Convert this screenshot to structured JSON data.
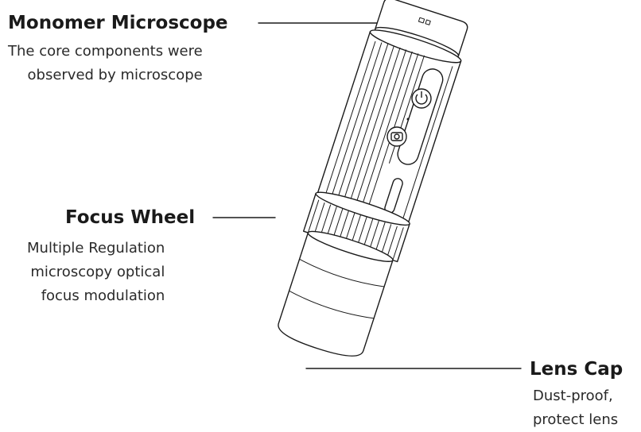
{
  "labels": {
    "monomer": {
      "title": "Monomer Microscope",
      "lines": [
        "The core components were",
        "observed by microscope"
      ]
    },
    "focus": {
      "title": "Focus Wheel",
      "lines": [
        "Multiple Regulation",
        "microscopy optical",
        "focus modulation"
      ]
    },
    "lens": {
      "title": "Lens Cap",
      "lines": [
        "Dust-proof,",
        "protect lens"
      ]
    }
  },
  "colors": {
    "line": "#1a1a1a",
    "fill": "#ffffff"
  },
  "icons": [
    "power-icon",
    "camera-icon"
  ]
}
